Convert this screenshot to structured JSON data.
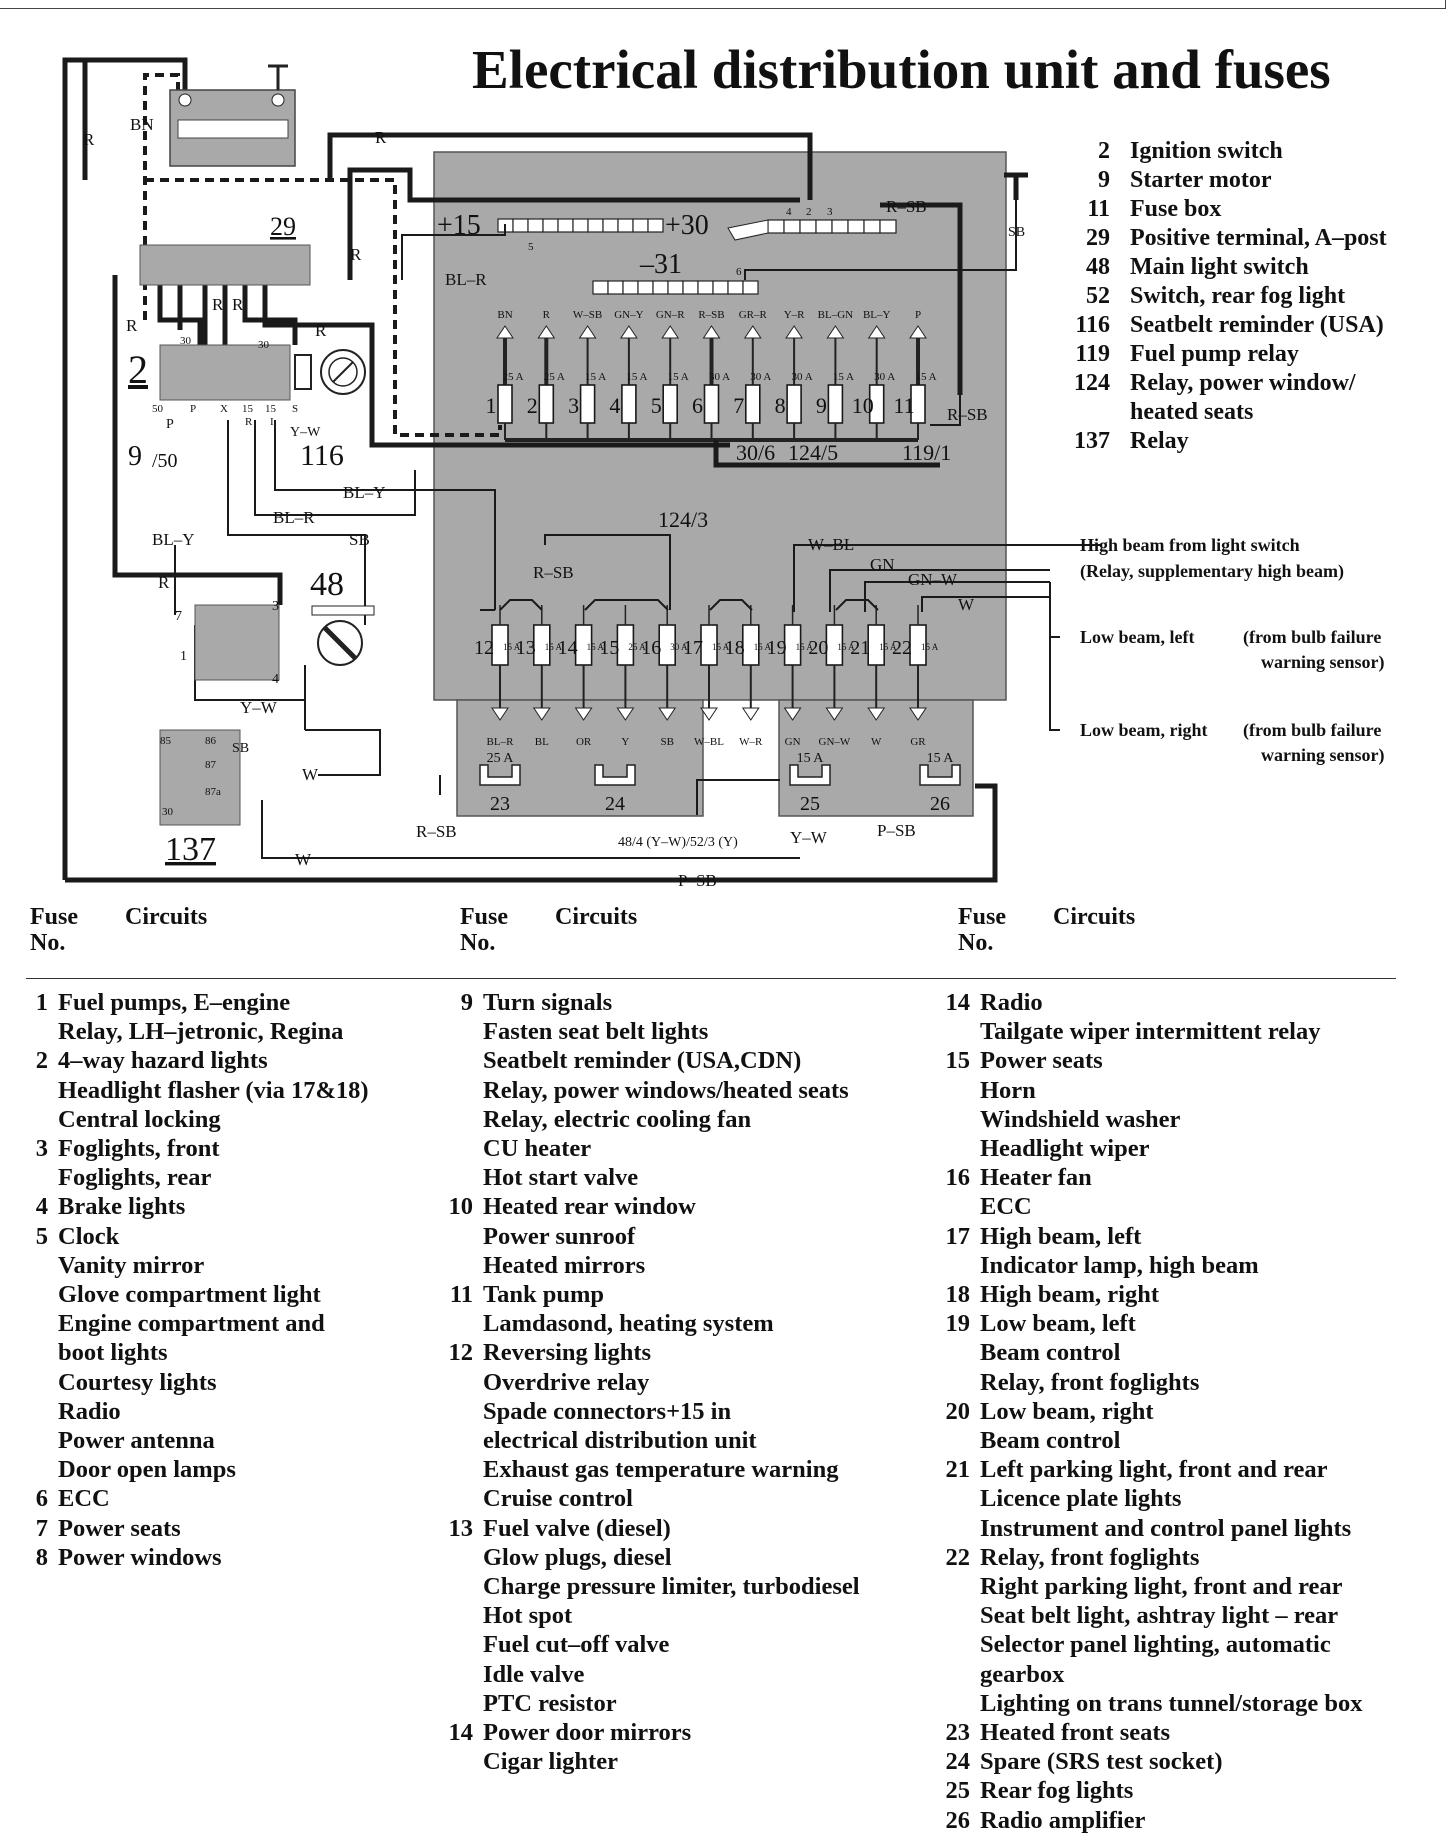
{
  "title": "Electrical distribution unit and fuses",
  "components": [
    {
      "num": "2",
      "label": "Ignition switch"
    },
    {
      "num": "9",
      "label": "Starter motor"
    },
    {
      "num": "11",
      "label": "Fuse box"
    },
    {
      "num": "29",
      "label": "Positive terminal, A–post"
    },
    {
      "num": "48",
      "label": "Main light switch"
    },
    {
      "num": "52",
      "label": "Switch, rear fog light"
    },
    {
      "num": "116",
      "label": "Seatbelt reminder (USA)"
    },
    {
      "num": "119",
      "label": "Fuel pump relay"
    },
    {
      "num": "124",
      "label": "Relay, power window/"
    },
    {
      "num": "",
      "label": "heated seats"
    },
    {
      "num": "137",
      "label": "Relay"
    }
  ],
  "diagram": {
    "refs": {
      "r2": "2",
      "r9": "9",
      "r9b": "/50",
      "r29": "29",
      "r48": "48",
      "r116": "116",
      "r137": "137",
      "r124_3": "124/3",
      "r30_6": "30/6",
      "r124_5": "124/5",
      "r119_1": "119/1",
      "plus15": "+15",
      "plus30": "+30",
      "minus31": "–31"
    },
    "wire_labels": {
      "R": "R",
      "BN": "BN",
      "SB": "SB",
      "BL_R": "BL–R",
      "R_SB": "R–SB",
      "BL_Y": "BL–Y",
      "Y_W": "Y–W",
      "W": "W",
      "W_BL": "W–BL",
      "GN": "GN",
      "GN_W": "GN–W",
      "P_SB": "P–SB",
      "Y_W_arrow": "Y–W",
      "P": "P",
      "X": "X",
      "I": "I",
      "S": "S",
      "t50": "50",
      "t30": "30",
      "t15": "15",
      "t1": "1",
      "t3": "3",
      "t4": "4",
      "t7": "7",
      "t85": "85",
      "t86": "86",
      "t87": "87",
      "t87a": "87a",
      "t30b": "30",
      "t4b": "4",
      "t6": "6",
      "t5": "5",
      "t2": "2",
      "t3b": "3",
      "tap": "48/4 (Y–W)/52/3 (Y)"
    },
    "top_fuse_colors": [
      "BN",
      "R",
      "W–SB",
      "GN–Y",
      "GN–R",
      "R–SB",
      "GR–R",
      "Y–R",
      "BL–GN",
      "BL–Y",
      "P"
    ],
    "top_fuse_amps": [
      "25 A",
      "25 A",
      "15 A",
      "15 A",
      "15 A",
      "30 A",
      "30 A",
      "30 A",
      "15 A",
      "30 A",
      "15 A"
    ],
    "top_fuse_nums": [
      "1",
      "2",
      "3",
      "4",
      "5",
      "6",
      "7",
      "8",
      "9",
      "10",
      "11"
    ],
    "mid_fuse_nums": [
      "12",
      "13",
      "14",
      "15",
      "16",
      "17",
      "18",
      "19",
      "20",
      "21",
      "22"
    ],
    "mid_fuse_amps": [
      "15 A",
      "15 A",
      "15 A",
      "25 A",
      "30 A",
      "15 A",
      "15 A",
      "15 A",
      "15 A",
      "15 A",
      "15 A"
    ],
    "mid_fuse_colors": [
      "BL–R",
      "BL",
      "OR",
      "Y",
      "SB",
      "W–BL",
      "W–R",
      "GN",
      "GN–W",
      "W",
      "GR"
    ],
    "bottom_fuse_nums": [
      "23",
      "24",
      "25",
      "26"
    ],
    "bottom_fuse_amps": [
      "25 A",
      "",
      "15 A",
      "15 A"
    ],
    "notes": {
      "high_beam": "High beam from light switch",
      "high_beam2": "(Relay, supplementary high beam)",
      "low_left": "Low beam, left",
      "low_right": "Low beam, right",
      "bulb1": "(from bulb failure",
      "bulb2": "warning sensor)",
      "bulb3": "(from bulb failure",
      "bulb4": "warning sensor)"
    }
  },
  "fuse_table": {
    "head_no": "Fuse",
    "head_no2": "No.",
    "head_circuits": "Circuits",
    "columns": [
      [
        {
          "n": "1",
          "t": "Fuel pumps, E–engine"
        },
        {
          "n": "",
          "t": "Relay, LH–jetronic, Regina"
        },
        {
          "n": "2",
          "t": "4–way hazard lights"
        },
        {
          "n": "",
          "t": "Headlight flasher (via 17&18)"
        },
        {
          "n": "",
          "t": "Central locking"
        },
        {
          "n": "3",
          "t": "Foglights, front"
        },
        {
          "n": "",
          "t": "Foglights, rear"
        },
        {
          "n": "4",
          "t": "Brake lights"
        },
        {
          "n": "5",
          "t": "Clock"
        },
        {
          "n": "",
          "t": "Vanity mirror"
        },
        {
          "n": "",
          "t": "Glove compartment light"
        },
        {
          "n": "",
          "t": "Engine compartment and"
        },
        {
          "n": "",
          "t": " boot lights"
        },
        {
          "n": "",
          "t": "Courtesy lights"
        },
        {
          "n": "",
          "t": "Radio"
        },
        {
          "n": "",
          "t": "Power antenna"
        },
        {
          "n": "",
          "t": "Door open lamps"
        },
        {
          "n": "6",
          "t": "ECC"
        },
        {
          "n": "7",
          "t": "Power seats"
        },
        {
          "n": "8",
          "t": "Power windows"
        }
      ],
      [
        {
          "n": "9",
          "t": "Turn signals"
        },
        {
          "n": "",
          "t": "Fasten seat belt lights"
        },
        {
          "n": "",
          "t": "Seatbelt reminder (USA,CDN)"
        },
        {
          "n": "",
          "t": "Relay, power windows/heated seats"
        },
        {
          "n": "",
          "t": "Relay, electric cooling fan"
        },
        {
          "n": "",
          "t": "CU heater"
        },
        {
          "n": "",
          "t": "Hot start valve"
        },
        {
          "n": "10",
          "t": "Heated rear window"
        },
        {
          "n": "",
          "t": "Power sunroof"
        },
        {
          "n": "",
          "t": "Heated mirrors"
        },
        {
          "n": "11",
          "t": "Tank pump"
        },
        {
          "n": "",
          "t": "Lamdasond, heating system"
        },
        {
          "n": "12",
          "t": "Reversing lights"
        },
        {
          "n": "",
          "t": "Overdrive relay"
        },
        {
          "n": "",
          "t": "Spade connectors+15 in"
        },
        {
          "n": "",
          "t": "electrical distribution unit"
        },
        {
          "n": "",
          "t": "Exhaust gas temperature warning"
        },
        {
          "n": "",
          "t": "Cruise control"
        },
        {
          "n": "13",
          "t": "Fuel valve (diesel)"
        },
        {
          "n": "",
          "t": "Glow plugs, diesel"
        },
        {
          "n": "",
          "t": "Charge pressure limiter, turbodiesel"
        },
        {
          "n": "",
          "t": "Hot spot"
        },
        {
          "n": "",
          "t": "Fuel cut–off valve"
        },
        {
          "n": "",
          "t": "Idle valve"
        },
        {
          "n": "",
          "t": "PTC resistor"
        },
        {
          "n": "14",
          "t": "Power door mirrors"
        },
        {
          "n": "",
          "t": "Cigar lighter"
        }
      ],
      [
        {
          "n": "14",
          "t": "Radio"
        },
        {
          "n": "",
          "t": "Tailgate wiper intermittent relay"
        },
        {
          "n": "15",
          "t": "Power seats"
        },
        {
          "n": "",
          "t": "Horn"
        },
        {
          "n": "",
          "t": "Windshield washer"
        },
        {
          "n": "",
          "t": "Headlight wiper"
        },
        {
          "n": "16",
          "t": "Heater fan"
        },
        {
          "n": "",
          "t": "ECC"
        },
        {
          "n": "17",
          "t": "High beam, left"
        },
        {
          "n": "",
          "t": "Indicator lamp, high beam"
        },
        {
          "n": "18",
          "t": "High beam, right"
        },
        {
          "n": "19",
          "t": "Low beam, left"
        },
        {
          "n": "",
          "t": "Beam control"
        },
        {
          "n": "",
          "t": "Relay, front foglights"
        },
        {
          "n": "20",
          "t": "Low beam, right"
        },
        {
          "n": "",
          "t": "Beam control"
        },
        {
          "n": "21",
          "t": "Left parking light, front and rear"
        },
        {
          "n": "",
          "t": "Licence plate lights"
        },
        {
          "n": "",
          "t": "Instrument and control panel lights"
        },
        {
          "n": "22",
          "t": "Relay, front foglights"
        },
        {
          "n": "",
          "t": "Right parking light, front and rear"
        },
        {
          "n": "",
          "t": "Seat belt light, ashtray light – rear"
        },
        {
          "n": "",
          "t": "Selector panel lighting, automatic"
        },
        {
          "n": "",
          "t": "gearbox"
        },
        {
          "n": "",
          "t": "Lighting on trans tunnel/storage box"
        },
        {
          "n": "23",
          "t": "Heated front seats"
        },
        {
          "n": "24",
          "t": "Spare (SRS test socket)"
        },
        {
          "n": "25",
          "t": "Rear fog lights"
        },
        {
          "n": "26",
          "t": "Radio amplifier"
        }
      ]
    ]
  }
}
